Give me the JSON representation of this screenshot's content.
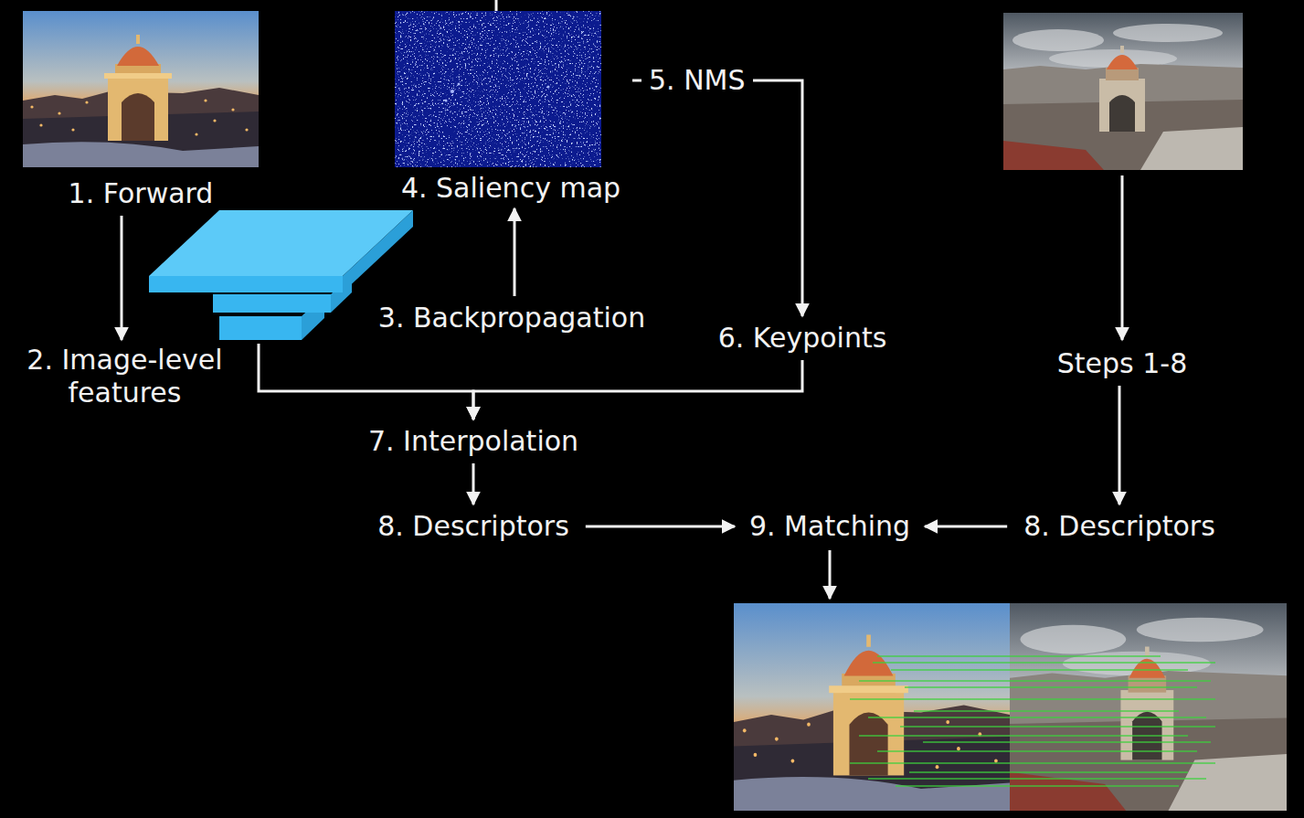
{
  "diagram": {
    "nodes": [
      {
        "text": [
          "1. Forward"
        ]
      },
      {
        "text": [
          "4. Saliency map"
        ]
      },
      {
        "text": [
          "2. Image-level features"
        ]
      },
      {
        "text": [
          "3. Backpropagation"
        ]
      },
      {
        "text": [
          "6. Keypoints"
        ]
      },
      {
        "text": [
          "Steps 1-8"
        ]
      },
      {
        "text": [
          "7. Interpolation"
        ]
      },
      {
        "text": [
          "8. Descriptors"
        ]
      },
      {
        "text": [
          "9. Matching"
        ]
      },
      {
        "text": [
          "8. Descriptors"
        ]
      }
    ],
    "edges": [
      {
        "from": 0,
        "to": 2,
        "arrow": "to"
      },
      {
        "from": 3,
        "to": 1,
        "arrow": "to"
      },
      {
        "from": 1,
        "to": 4,
        "label": "5. NMS",
        "arrow": "to"
      },
      {
        "from": 2,
        "to": 6,
        "arrow": "to"
      },
      {
        "from": 4,
        "to": 6,
        "arrow": "to"
      },
      {
        "from": 6,
        "to": 7,
        "arrow": "to"
      },
      {
        "from": 7,
        "to": 8,
        "arrow": "to"
      },
      {
        "from": 5,
        "to": 9,
        "arrow": "to"
      },
      {
        "from": 9,
        "to": 8,
        "arrow": "to"
      }
    ]
  }
}
